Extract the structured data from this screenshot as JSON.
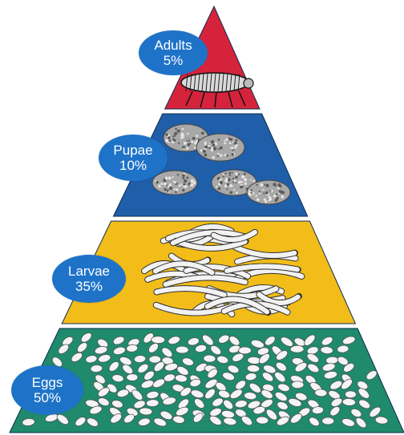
{
  "stages": [
    {
      "name": "Adults",
      "percent": "5%",
      "color": "#d6233c",
      "icon": "adult-flea-icon"
    },
    {
      "name": "Pupae",
      "percent": "10%",
      "color": "#1f5ea8",
      "icon": "pupa-cocoon-icon"
    },
    {
      "name": "Larvae",
      "percent": "35%",
      "color": "#f2bd18",
      "icon": "larva-icon"
    },
    {
      "name": "Eggs",
      "percent": "50%",
      "color": "#1f8a6c",
      "icon": "egg-icon"
    }
  ],
  "label_color": "#1e73c8"
}
